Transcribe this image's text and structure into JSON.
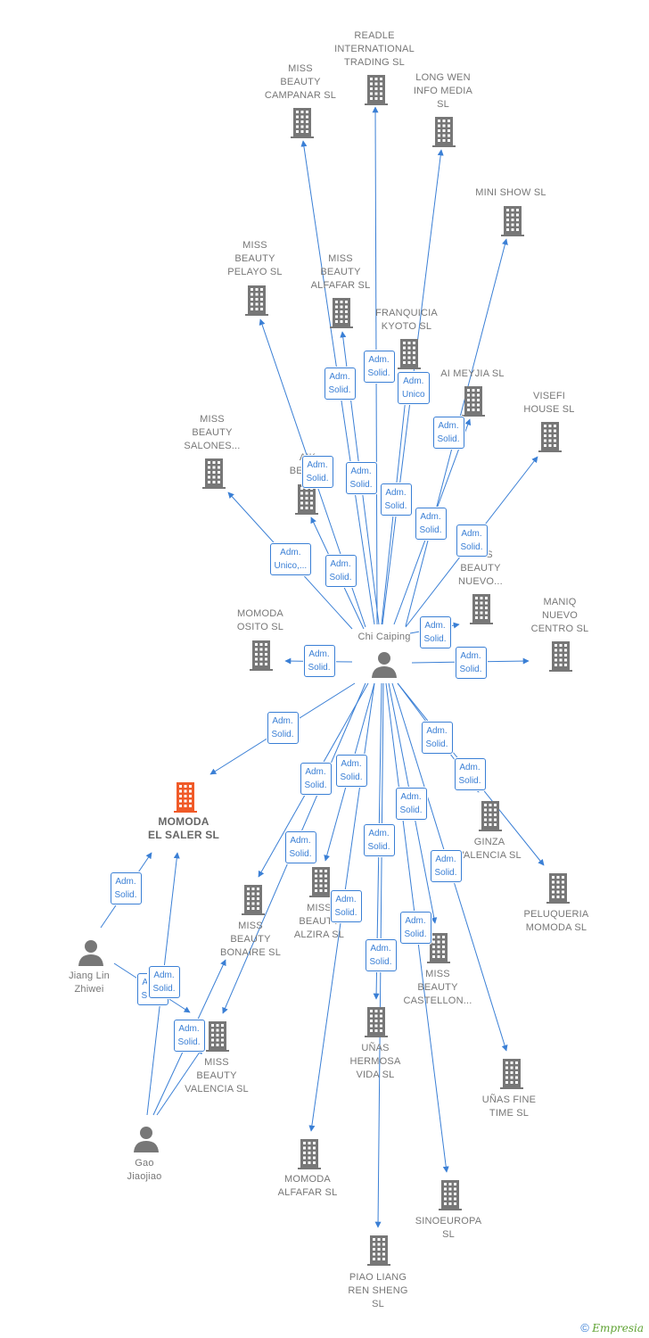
{
  "colors": {
    "edge": "#3a7fd5",
    "building": "#777777",
    "highlight": "#f05a28",
    "person": "#777777"
  },
  "center": {
    "label": "Chi Caiping"
  },
  "persons": [
    {
      "id": "jiang",
      "label": "Jiang Lin\nZhiwei"
    },
    {
      "id": "gao",
      "label": "Gao\nJiaojiao"
    }
  ],
  "companies": [
    {
      "id": "readle",
      "label": "READLE\nINTERNATIONAL\nTRADING SL"
    },
    {
      "id": "campanar",
      "label": "MISS\nBEAUTY\nCAMPANAR SL"
    },
    {
      "id": "longwen",
      "label": "LONG WEN\nINFO MEDIA\nSL"
    },
    {
      "id": "minishow",
      "label": "MINI SHOW SL"
    },
    {
      "id": "pelayo",
      "label": "MISS\nBEAUTY\nPELAYO SL"
    },
    {
      "id": "alfafar_mb",
      "label": "MISS\nBEAUTY\nALFAFAR SL"
    },
    {
      "id": "kyoto",
      "label": "FRANQUICIA\nKYOTO SL"
    },
    {
      "id": "aimeyjia",
      "label": "AI MEYJIA SL"
    },
    {
      "id": "visefi",
      "label": "VISEFI\nHOUSE SL"
    },
    {
      "id": "salones",
      "label": "MISS\nBEAUTY\nSALONES..."
    },
    {
      "id": "aik",
      "label": "AIK\nBEAU..."
    },
    {
      "id": "nuevo",
      "label": "MISS\nBEAUTY\nNUEVO..."
    },
    {
      "id": "osito",
      "label": "MOMODA\nOSITO SL"
    },
    {
      "id": "maniq",
      "label": "MANIQ\nNUEVO\nCENTRO SL"
    },
    {
      "id": "saler",
      "label": "MOMODA\nEL SALER SL"
    },
    {
      "id": "ginza",
      "label": "GINZA\nVALENCIA SL"
    },
    {
      "id": "peluqueria",
      "label": "PELUQUERIA\nMOMODA SL"
    },
    {
      "id": "bonaire",
      "label": "MISS\nBEAUTY\nBONAIRE SL"
    },
    {
      "id": "alzira",
      "label": "MISS\nBEAUTY\nALZIRA SL"
    },
    {
      "id": "castellon",
      "label": "MISS\nBEAUTY\nCASTELLON..."
    },
    {
      "id": "valencia",
      "label": "MISS\nBEAUTY\nVALENCIA SL"
    },
    {
      "id": "hermosa",
      "label": "UÑAS\nHERMOSA\nVIDA SL"
    },
    {
      "id": "finetime",
      "label": "UÑAS FINE\nTIME SL"
    },
    {
      "id": "mom_alfafar",
      "label": "MOMODA\nALFAFAR SL"
    },
    {
      "id": "sinoeuropa",
      "label": "SINOEUROPA\nSL"
    },
    {
      "id": "piao",
      "label": "PIAO LIANG\nREN SHENG\nSL"
    }
  ],
  "edges": [
    {
      "from": "center",
      "to": "readle",
      "label": "Adm.\nSolid."
    },
    {
      "from": "center",
      "to": "campanar",
      "label": "Adm.\nSolid."
    },
    {
      "from": "center",
      "to": "longwen",
      "label": "Adm.\nUnico"
    },
    {
      "from": "center",
      "to": "minishow",
      "label": "Adm.\nSolid."
    },
    {
      "from": "center",
      "to": "pelayo",
      "label": "Adm.\nSolid."
    },
    {
      "from": "center",
      "to": "alfafar_mb",
      "label": "Adm.\nSolid."
    },
    {
      "from": "center",
      "to": "kyoto",
      "label": "Adm.\nSolid."
    },
    {
      "from": "center",
      "to": "aimeyjia",
      "label": "Adm.\nSolid."
    },
    {
      "from": "center",
      "to": "visefi",
      "label": "Adm.\nSolid."
    },
    {
      "from": "center",
      "to": "salones",
      "label": "Adm.\nUnico,..."
    },
    {
      "from": "center",
      "to": "aik",
      "label": "Adm.\nSolid."
    },
    {
      "from": "center",
      "to": "nuevo",
      "label": "Adm.\nSolid."
    },
    {
      "from": "center",
      "to": "osito",
      "label": "Adm.\nSolid."
    },
    {
      "from": "center",
      "to": "maniq",
      "label": "Adm.\nSolid."
    },
    {
      "from": "center",
      "to": "saler",
      "label": "Adm.\nSolid."
    },
    {
      "from": "center",
      "to": "ginza",
      "label": "Adm.\nSolid."
    },
    {
      "from": "center",
      "to": "peluqueria",
      "label": "Adm.\nSolid."
    },
    {
      "from": "center",
      "to": "bonaire",
      "label": "Adm.\nSolid."
    },
    {
      "from": "center",
      "to": "alzira",
      "label": "Adm.\nSolid."
    },
    {
      "from": "center",
      "to": "castellon",
      "label": "Adm.\nSolid."
    },
    {
      "from": "center",
      "to": "valencia",
      "label": "Adm.\nSolid."
    },
    {
      "from": "center",
      "to": "hermosa",
      "label": "Adm.\nSolid."
    },
    {
      "from": "center",
      "to": "finetime",
      "label": "Adm.\nSolid."
    },
    {
      "from": "center",
      "to": "mom_alfafar",
      "label": "Adm.\nSolid."
    },
    {
      "from": "center",
      "to": "sinoeuropa",
      "label": "Adm.\nSolid."
    },
    {
      "from": "center",
      "to": "piao",
      "label": "Adm.\nSolid."
    },
    {
      "from": "jiang",
      "to": "saler",
      "label": "Adm.\nSolid."
    },
    {
      "from": "jiang",
      "to": "valencia",
      "label": "Adm.\nSolid."
    },
    {
      "from": "gao",
      "to": "saler",
      "label": "Adm.\nSolid."
    },
    {
      "from": "gao",
      "to": "bonaire",
      "label": "Adm.\nSolid."
    },
    {
      "from": "gao",
      "to": "valencia",
      "label": "Adm.\nSolid."
    }
  ],
  "footer": {
    "copyright": "©",
    "brand": "Empresia"
  }
}
